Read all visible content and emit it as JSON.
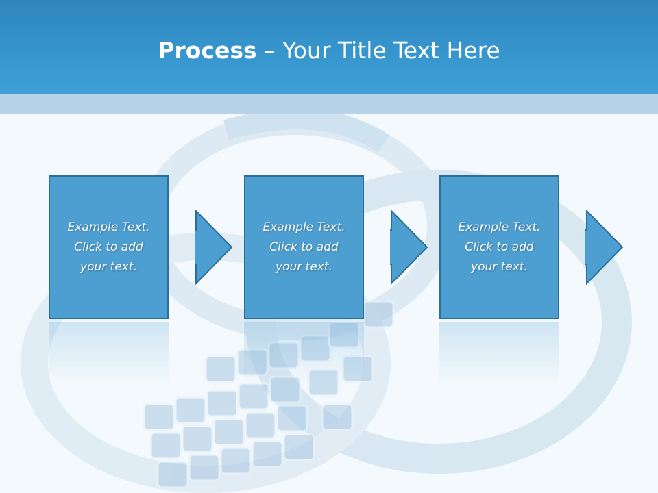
{
  "title": {
    "bold": "Process",
    "rest": " – Your Title Text Here"
  },
  "steps": [
    {
      "line1": "Example Text.",
      "line2": "Click  to add",
      "line3": "your text."
    },
    {
      "line1": "Example Text.",
      "line2": "Click  to add",
      "line3": "your text."
    },
    {
      "line1": "Example Text.",
      "line2": "Click  to add",
      "line3": "your text."
    }
  ],
  "colors": {
    "header": "#3795cd",
    "band": "#b8d3e7",
    "box_fill": "#4d9fd2",
    "box_border": "#2c6e98",
    "text": "#ffffff"
  }
}
